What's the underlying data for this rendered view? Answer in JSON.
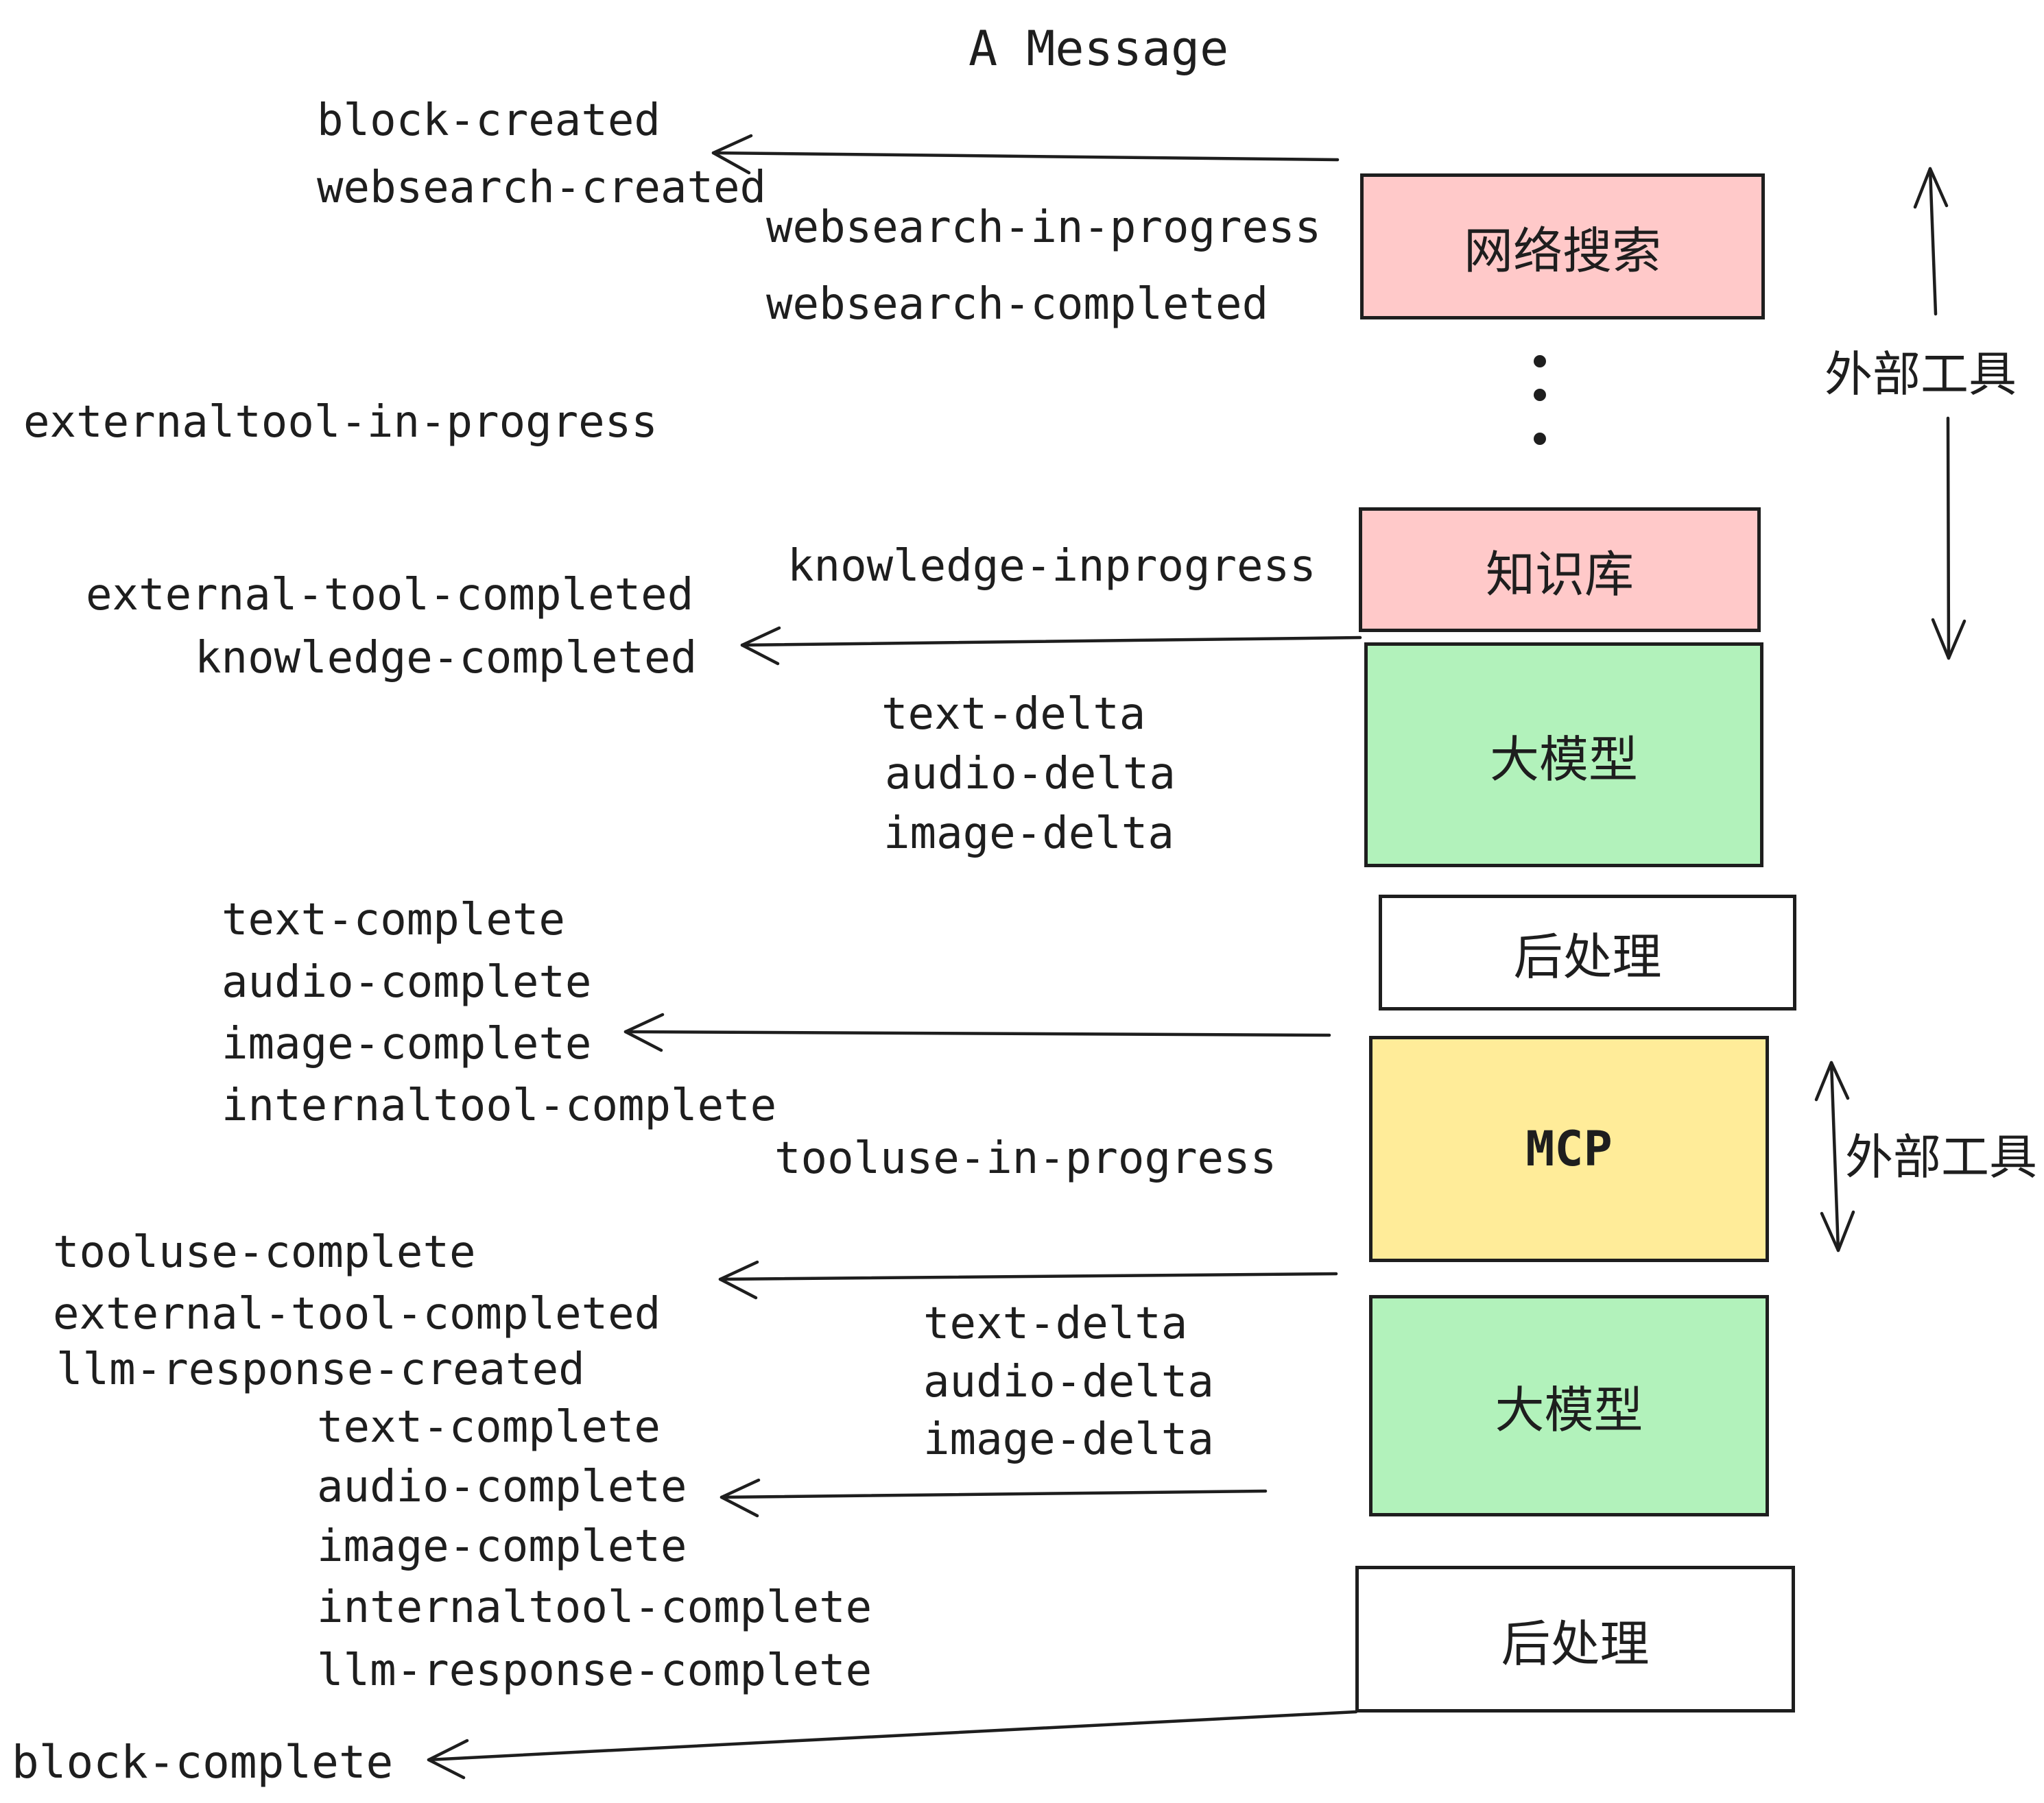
{
  "title": "A Message",
  "events": {
    "block_created": "block-created",
    "websearch_created": "websearch-created",
    "websearch_in_progress": "websearch-in-progress",
    "websearch_completed": "websearch-completed",
    "externaltool_in_progress": "externaltool-in-progress",
    "knowledge_inprogress": "knowledge-inprogress",
    "external_tool_completed": "external-tool-completed",
    "knowledge_completed": "knowledge-completed",
    "text_delta": "text-delta",
    "audio_delta": "audio-delta",
    "image_delta": "image-delta",
    "text_complete": "text-complete",
    "audio_complete": "audio-complete",
    "image_complete": "image-complete",
    "internaltool_complete": "internaltool-complete",
    "tooluse_in_progress": "tooluse-in-progress",
    "tooluse_complete": "tooluse-complete",
    "llm_response_created": "llm-response-created",
    "llm_response_complete": "llm-response-complete",
    "block_complete": "block-complete"
  },
  "boxes": {
    "websearch": {
      "label": "网络搜索",
      "fill": "#ffc9c9"
    },
    "knowledge": {
      "label": "知识库",
      "fill": "#ffc9c9"
    },
    "llm_top": {
      "label": "大模型",
      "fill": "#b2f2bb"
    },
    "post_top": {
      "label": "后处理",
      "fill": "#ffffff"
    },
    "mcp": {
      "label": "MCP",
      "fill": "#ffec99"
    },
    "llm_bottom": {
      "label": "大模型",
      "fill": "#b2f2bb"
    },
    "post_bottom": {
      "label": "后处理",
      "fill": "#ffffff"
    }
  },
  "annotations": {
    "external_tools_top": "外部工具",
    "external_tools_mcp": "外部工具"
  },
  "colors": {
    "ink": "#1e1e1e",
    "pink": "#ffc9c9",
    "green": "#b2f2bb",
    "yellow": "#ffec99",
    "white": "#ffffff"
  }
}
